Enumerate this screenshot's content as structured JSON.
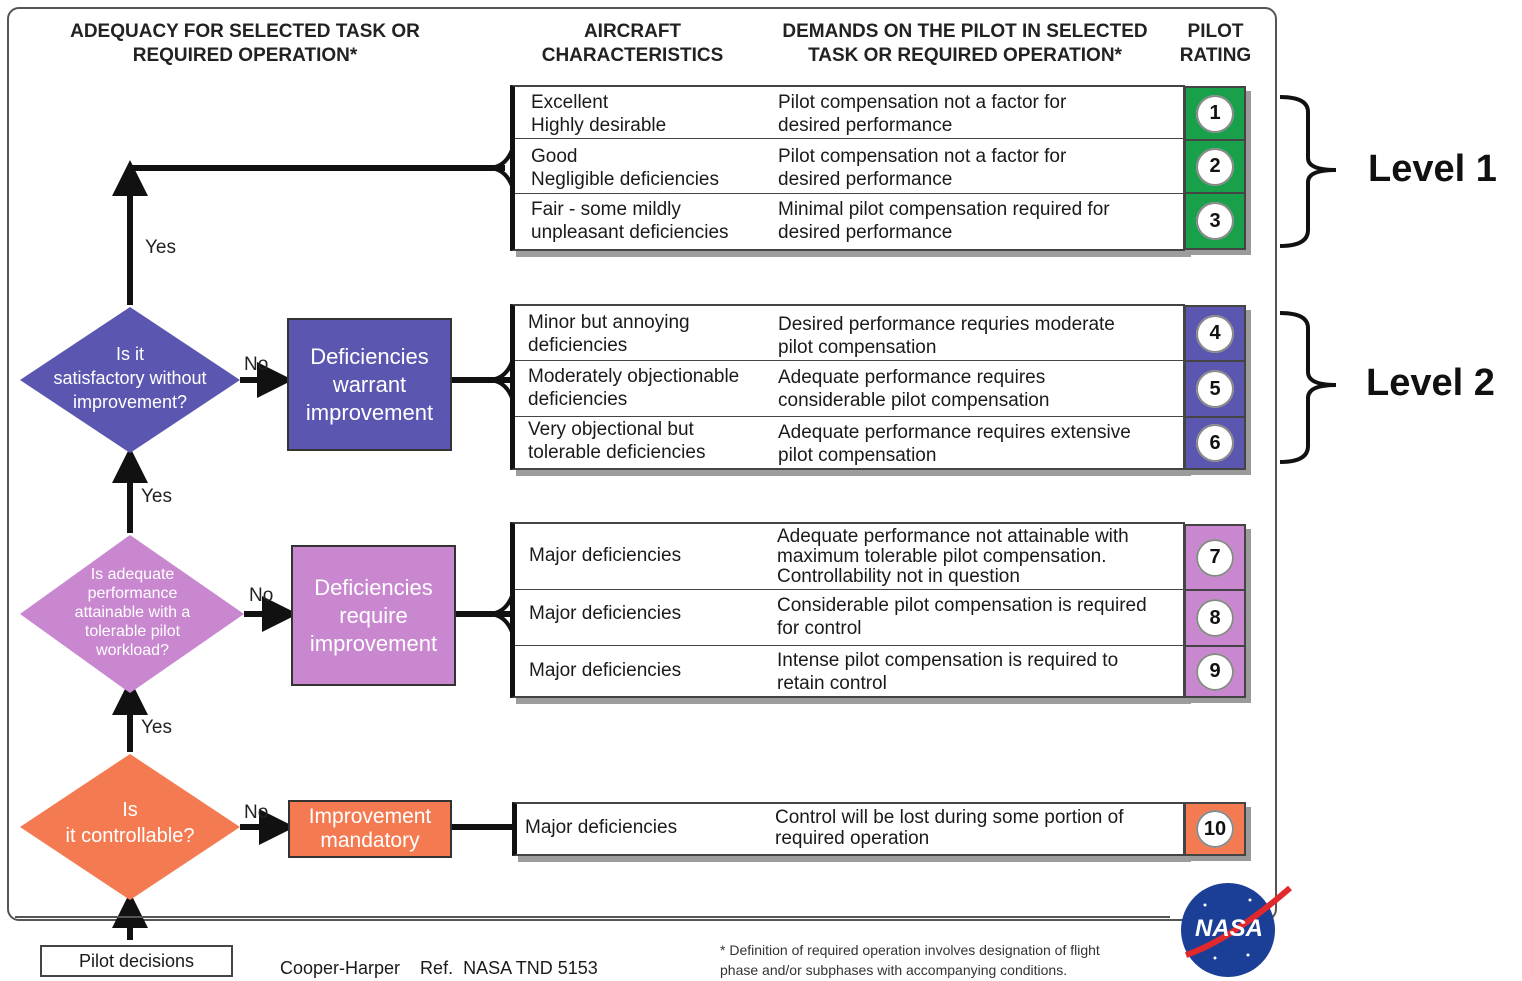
{
  "headers": {
    "adequacy": "ADEQUACY FOR SELECTED TASK OR\nREQUIRED OPERATION*",
    "aircraft": "AIRCRAFT\nCHARACTERISTICS",
    "demands": "DEMANDS ON THE PILOT IN SELECTED\nTASK OR REQUIRED OPERATION*",
    "rating": "PILOT\nRATING"
  },
  "questions": {
    "satisfactory": "Is it\nsatisfactory without\nimprovement?",
    "adequate": "Is adequate\nperformance\nattainable with a\ntolerable pilot\nworkload?",
    "controllable": "Is\nit controllable?"
  },
  "outcomes": {
    "warrant": "Deficiencies\nwarrant\nimprovement",
    "require": "Deficiencies\nrequire\nimprovement",
    "mandatory": "Improvement\nmandatory"
  },
  "labels": {
    "yes": "Yes",
    "no": "No"
  },
  "ratings": [
    {
      "n": "1",
      "char": "Excellent\nHighly desirable",
      "demand": "Pilot compensation not a factor for\ndesired performance"
    },
    {
      "n": "2",
      "char": "Good\nNegligible deficiencies",
      "demand": "Pilot compensation not a factor for\ndesired performance"
    },
    {
      "n": "3",
      "char": "Fair - some mildly\nunpleasant deficiencies",
      "demand": "Minimal pilot compensation required for\ndesired performance"
    },
    {
      "n": "4",
      "char": "Minor but annoying\ndeficiencies",
      "demand": "Desired performance requries moderate\npilot compensation"
    },
    {
      "n": "5",
      "char": "Moderately objectionable\ndeficiencies",
      "demand": "Adequate performance requires\nconsiderable pilot compensation"
    },
    {
      "n": "6",
      "char": "Very objectional but\ntolerable deficiencies",
      "demand": "Adequate performance requires extensive\npilot compensation"
    },
    {
      "n": "7",
      "char": "Major deficiencies",
      "demand": "Adequate performance not attainable with\nmaximum tolerable pilot compensation.\nControllability not in question"
    },
    {
      "n": "8",
      "char": "Major deficiencies",
      "demand": "Considerable pilot compensation is required\nfor control"
    },
    {
      "n": "9",
      "char": "Major deficiencies",
      "demand": "Intense pilot compensation is required to\nretain control"
    },
    {
      "n": "10",
      "char": "Major deficiencies",
      "demand": "Control will be lost during some portion of\nrequired operation"
    }
  ],
  "levels": {
    "level1": "Level 1",
    "level2": "Level 2"
  },
  "footer": {
    "pilot_decisions": "Pilot decisions",
    "reference": "Cooper-Harper    Ref.  NASA TND 5153",
    "footnote": "* Definition of required operation involves designation of flight\nphase and/or subphases with accompanying conditions.",
    "logo_text": "NASA"
  },
  "colors": {
    "green": "#18a04a",
    "blue": "#5b56b0",
    "purple": "#c887cf",
    "orange": "#f47a52"
  }
}
